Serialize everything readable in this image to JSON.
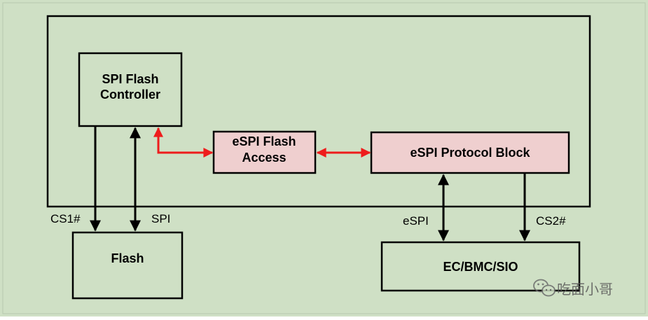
{
  "colors": {
    "background": "#cfe0c5",
    "box_fill_plain": "#cfe0c5",
    "box_fill_highlight": "#efcfcf",
    "stroke": "#000000",
    "red_arrow": "#ee1c1c"
  },
  "blocks": {
    "spi_flash_controller": {
      "line1": "SPI Flash",
      "line2": "Controller"
    },
    "espi_flash_access": {
      "line1": "eSPI Flash",
      "line2": "Access"
    },
    "espi_protocol_block": "eSPI Protocol Block",
    "flash": "Flash",
    "ec_bmc_sio": "EC/BMC/SIO"
  },
  "signals": {
    "cs1": "CS1#",
    "spi": "SPI",
    "espi": "eSPI",
    "cs2": "CS2#"
  },
  "watermark": {
    "icon": "wechat-icon",
    "text": "吃面小哥"
  }
}
